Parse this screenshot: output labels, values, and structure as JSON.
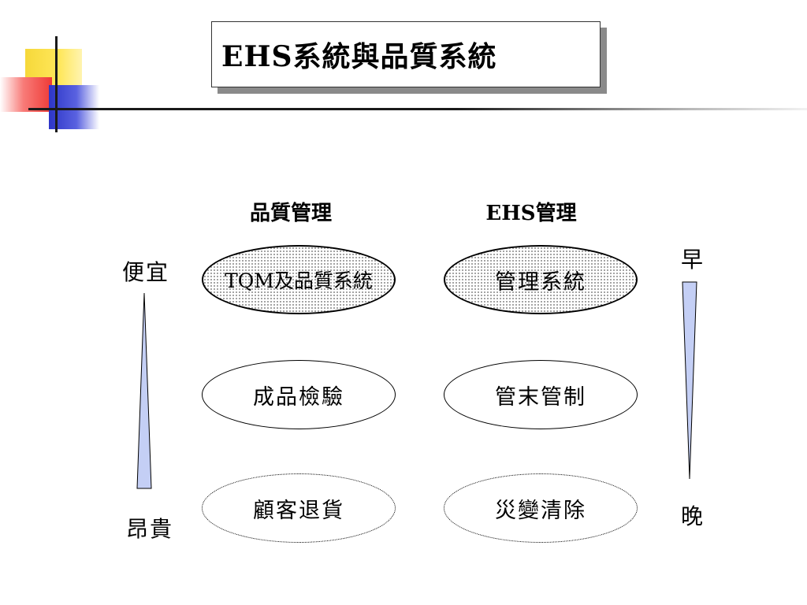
{
  "title": "EHS系統與品質系統",
  "columns": {
    "left_header": "品質管理",
    "right_header": "EHS管理"
  },
  "left_axis": {
    "top_label": "便宜",
    "bottom_label": "昂貴"
  },
  "right_axis": {
    "top_label": "早",
    "bottom_label": "晚"
  },
  "left_ovals": [
    "TQM及品質系統",
    "成品檢驗",
    "顧客退貨"
  ],
  "right_ovals": [
    "管理系統",
    "管末管制",
    "災變清除"
  ],
  "colors": {
    "wedge_fill": "#c4cff5",
    "corner_yellow": "#f6d83a",
    "corner_red": "#ee3a36",
    "corner_blue": "#2d36c8"
  }
}
